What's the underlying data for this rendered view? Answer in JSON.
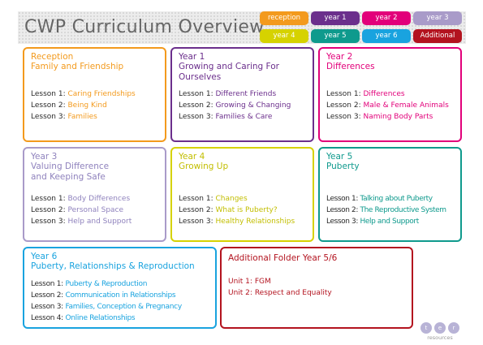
{
  "header": {
    "title": "CWP Curriculum Overview"
  },
  "colors": {
    "reception": "#f39a1d",
    "year1": "#6b2f8c",
    "year2": "#e2007a",
    "year3": "#a99bc9",
    "year4": "#d6d200",
    "year5": "#0f9a8d",
    "year6": "#19a3df",
    "additional": "#b3131f"
  },
  "nav": {
    "tabs": [
      {
        "label": "reception",
        "color": "#f39a1d"
      },
      {
        "label": "year 1",
        "color": "#6b2f8c"
      },
      {
        "label": "year 2",
        "color": "#e2007a"
      },
      {
        "label": "year 3",
        "color": "#a99bc9"
      },
      {
        "label": "year 4",
        "color": "#d6d200"
      },
      {
        "label": "year 5",
        "color": "#0f9a8d"
      },
      {
        "label": "year 6",
        "color": "#19a3df"
      },
      {
        "label": "Additional",
        "color": "#b3131f"
      }
    ]
  },
  "cards": {
    "reception": {
      "year": "Reception",
      "topic": "Family and Friendship",
      "lessons": [
        {
          "label": "Lesson 1:",
          "title": "Caring Friendships"
        },
        {
          "label": "Lesson 2:",
          "title": "Being Kind"
        },
        {
          "label": "Lesson 3:",
          "title": "Families"
        }
      ]
    },
    "year1": {
      "year": "Year 1",
      "topic": "Growing and Caring For Ourselves",
      "lessons": [
        {
          "label": "Lesson 1:",
          "title": "Different Friends"
        },
        {
          "label": "Lesson 2:",
          "title": "Growing & Changing"
        },
        {
          "label": "Lesson 3:",
          "title": "Families & Care"
        }
      ]
    },
    "year2": {
      "year": "Year 2",
      "topic": "Differences",
      "lessons": [
        {
          "label": "Lesson 1:",
          "title": "Differences"
        },
        {
          "label": "Lesson 2:",
          "title": "Male & Female Animals"
        },
        {
          "label": "Lesson 3:",
          "title": "Naming Body Parts"
        }
      ]
    },
    "year3": {
      "year": "Year 3",
      "topic": "Valuing Difference and Keeping Safe",
      "lessons": [
        {
          "label": "Lesson 1:",
          "title": "Body Differences"
        },
        {
          "label": "Lesson 2:",
          "title": "Personal Space"
        },
        {
          "label": "Lesson 3:",
          "title": "Help and Support"
        }
      ]
    },
    "year4": {
      "year": "Year 4",
      "topic": "Growing Up",
      "lessons": [
        {
          "label": "Lesson 1:",
          "title": "Changes"
        },
        {
          "label": "Lesson 2:",
          "title": "What is Puberty?"
        },
        {
          "label": "Lesson 3:",
          "title": "Healthy Relationships"
        }
      ]
    },
    "year5": {
      "year": "Year 5",
      "topic": "Puberty",
      "lessons": [
        {
          "label": "Lesson 1:",
          "title": "Talking about Puberty"
        },
        {
          "label": "Lesson 2:",
          "title": "The Reproductive System"
        },
        {
          "label": "Lesson 3:",
          "title": "Help and Support"
        }
      ]
    },
    "year6": {
      "year": "Year 6",
      "topic": "Puberty, Relationships & Reproduction",
      "lessons": [
        {
          "label": "Lesson 1:",
          "title": "Puberty & Reproduction"
        },
        {
          "label": "Lesson 2:",
          "title": "Communication in Relationships"
        },
        {
          "label": "Lesson 3:",
          "title": "Families, Conception & Pregnancy"
        },
        {
          "label": "Lesson 4:",
          "title": "Online Relationships"
        }
      ]
    },
    "additional": {
      "year": "Additional Folder Year 5/6",
      "lessons": [
        {
          "label": "Unit 1:",
          "title": "FGM"
        },
        {
          "label": "Unit 2:",
          "title": "Respect and Equality"
        }
      ]
    }
  },
  "logo": {
    "letters": [
      "t",
      "e",
      "r"
    ],
    "word": "resources"
  }
}
